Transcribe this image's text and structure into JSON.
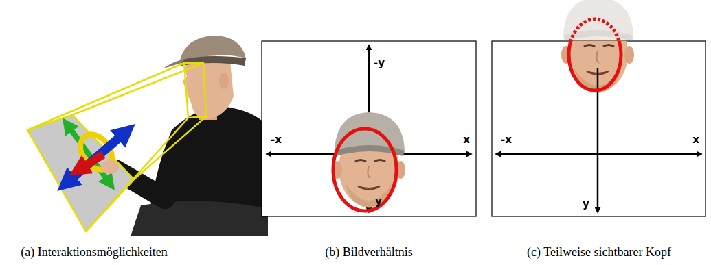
{
  "diagram": {
    "labels": [
      "-y",
      "-x",
      "x",
      "y",
      "-x",
      "x",
      "y",
      "(a) Interaktionsmöglichkeiten",
      "(b) Bildverhältnis",
      "(c) Teilweise sichtbarer Kopf"
    ]
  }
}
